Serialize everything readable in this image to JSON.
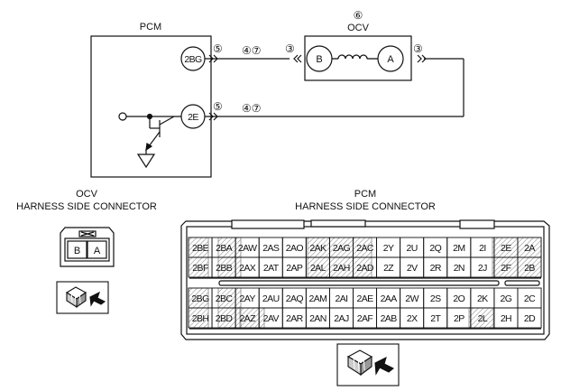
{
  "wiring": {
    "pcm_label": "PCM",
    "ocv_label": "OCV",
    "pcm_terminal_top": "2BG",
    "pcm_terminal_bottom": "2E",
    "ocv_terminal_left": "B",
    "ocv_terminal_right": "A",
    "callouts": {
      "top_pcm_side": "⑤",
      "top_mid": "④⑦",
      "top_near_ocv_left": "③",
      "ocv_number": "⑥",
      "top_near_ocv_right": "③",
      "bottom_pcm_side": "⑤",
      "bottom_mid": "④⑦"
    }
  },
  "ocv_connector": {
    "title_line1": "OCV",
    "title_line2": "HARNESS SIDE CONNECTOR",
    "pins": [
      "B",
      "A"
    ]
  },
  "pcm_connector": {
    "title_line1": "PCM",
    "title_line2": "HARNESS SIDE CONNECTOR",
    "rows": [
      [
        "2BE",
        "2BA",
        "2AW",
        "2AS",
        "2AO",
        "2AK",
        "2AG",
        "2AC",
        "2Y",
        "2U",
        "2Q",
        "2M",
        "2I",
        "2E",
        "2A"
      ],
      [
        "2BF",
        "2BB",
        "2AX",
        "2AT",
        "2AP",
        "2AL",
        "2AH",
        "2AD",
        "2Z",
        "2V",
        "2R",
        "2N",
        "2J",
        "2F",
        "2B"
      ],
      [
        "2BG",
        "2BC",
        "2AY",
        "2AU",
        "2AQ",
        "2AM",
        "2AI",
        "2AE",
        "2AA",
        "2W",
        "2S",
        "2O",
        "2K",
        "2G",
        "2C"
      ],
      [
        "2BH",
        "2BD",
        "2AZ",
        "2AV",
        "2AR",
        "2AN",
        "2AJ",
        "2AF",
        "2AB",
        "2X",
        "2T",
        "2P",
        "2L",
        "2H",
        "2D"
      ]
    ]
  },
  "colors": {
    "line": "#111111",
    "hatch": "#888888",
    "background": "#ffffff"
  }
}
